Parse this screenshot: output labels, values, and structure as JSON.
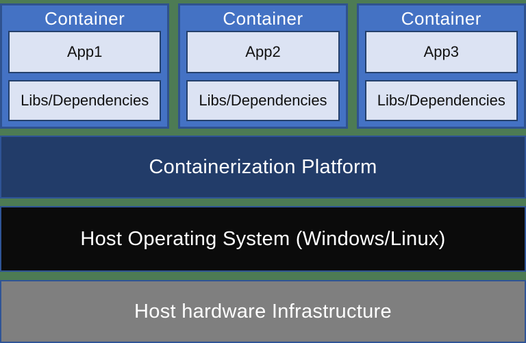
{
  "diagram": {
    "containers": [
      {
        "label": "Container",
        "app": "App1",
        "libs": "Libs/Dependencies"
      },
      {
        "label": "Container",
        "app": "App2",
        "libs": "Libs/Dependencies"
      },
      {
        "label": "Container",
        "app": "App3",
        "libs": "Libs/Dependencies"
      }
    ],
    "layers": [
      {
        "label": "Containerization Platform"
      },
      {
        "label": "Host Operating System (Windows/Linux)"
      },
      {
        "label": "Host hardware Infrastructure"
      }
    ],
    "colors": {
      "background_green": "#4D7B54",
      "container_fill": "#4472C4",
      "container_border": "#2F528F",
      "inner_box_fill": "#DCE3F3",
      "inner_box_border": "#24406B",
      "platform_fill": "#223C69",
      "host_os_fill": "#0B0B0B",
      "host_hardware_fill": "#7F7F7F",
      "layer_border": "#2F5496",
      "light_text": "#FFFFFF",
      "dark_text": "#111111"
    }
  }
}
